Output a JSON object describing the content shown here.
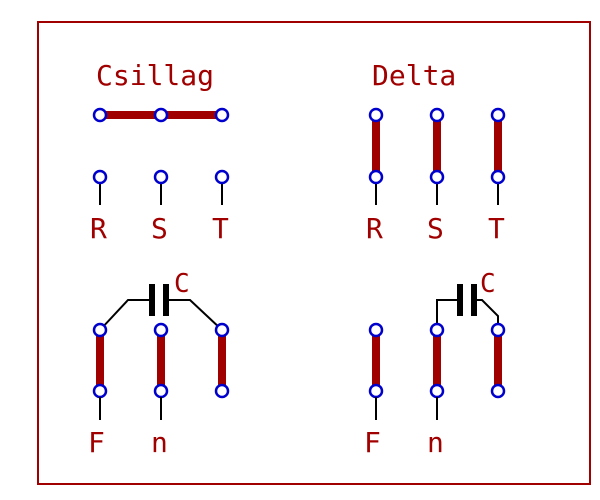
{
  "colors": {
    "border": "#a00000",
    "link": "#a00000",
    "terminal": "#0000cc",
    "wire": "#000000",
    "capacitor": "#000000",
    "text": "#a00000"
  },
  "star": {
    "title": "Csillag",
    "labels": [
      "R",
      "S",
      "T"
    ],
    "bottom_labels": [
      "F",
      "n"
    ],
    "capacitor_label": "C"
  },
  "delta": {
    "title": "Delta",
    "labels": [
      "R",
      "S",
      "T"
    ],
    "bottom_labels": [
      "F",
      "n"
    ],
    "capacitor_label": "C"
  }
}
